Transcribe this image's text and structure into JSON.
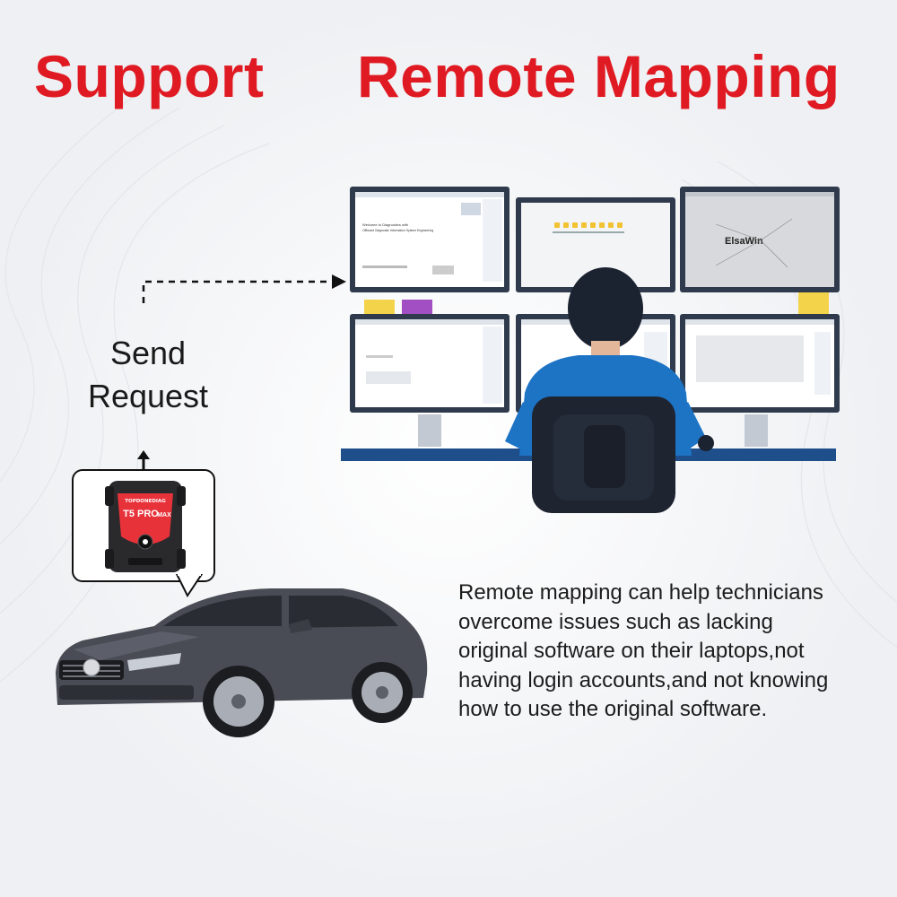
{
  "header": {
    "title_left": "Support",
    "title_right": "Remote Mapping"
  },
  "request": {
    "line1": "Send",
    "line2": "Request"
  },
  "device": {
    "brand_label": "TOPDONEDIAG",
    "model_label": "T5 PRO",
    "model_suffix": "MAX"
  },
  "screens": {
    "top_left_text_1": "Welcome to Diagnostics with",
    "top_left_text_2": "Offboard Diagnostic Information System Engineering",
    "top_right_logo": "ElsaWin"
  },
  "description": {
    "lines": [
      "Remote mapping can help technicians",
      "overcome issues such as lacking",
      "original software on their laptops,not",
      "having login accounts,and not knowing",
      "how to use the original software."
    ]
  },
  "colors": {
    "title_red": "#e01a22",
    "shirt_blue": "#1d73c4",
    "device_red": "#e8323a"
  }
}
